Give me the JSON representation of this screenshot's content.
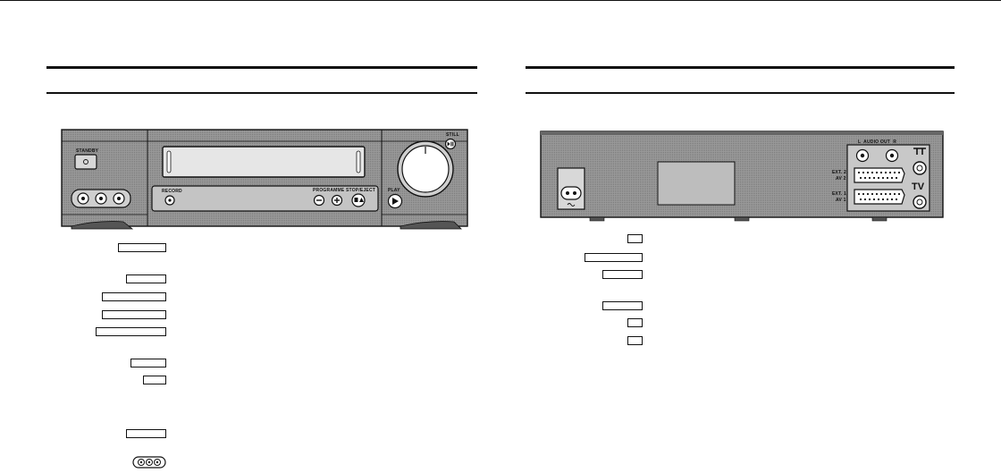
{
  "front_panel": {
    "standby_label": "STANDBY",
    "record_label": "RECORD",
    "programme_label": "PROGRAMME",
    "stop_eject_label": "STOP/EJECT",
    "play_label": "PLAY",
    "still_label": "STILL"
  },
  "back_panel": {
    "audio_out_label": "L  AUDIO OUT  R",
    "ext2_label": "EXT. 2",
    "av2_label": "AV 2",
    "ext1_label": "EXT. 1",
    "av1_label": "AV 1",
    "tv_label": "TV"
  },
  "front_reference_keys": [
    "",
    "",
    "",
    "",
    "",
    "",
    "",
    ""
  ],
  "back_reference_keys": [
    "",
    "",
    "",
    "",
    "",
    ""
  ]
}
